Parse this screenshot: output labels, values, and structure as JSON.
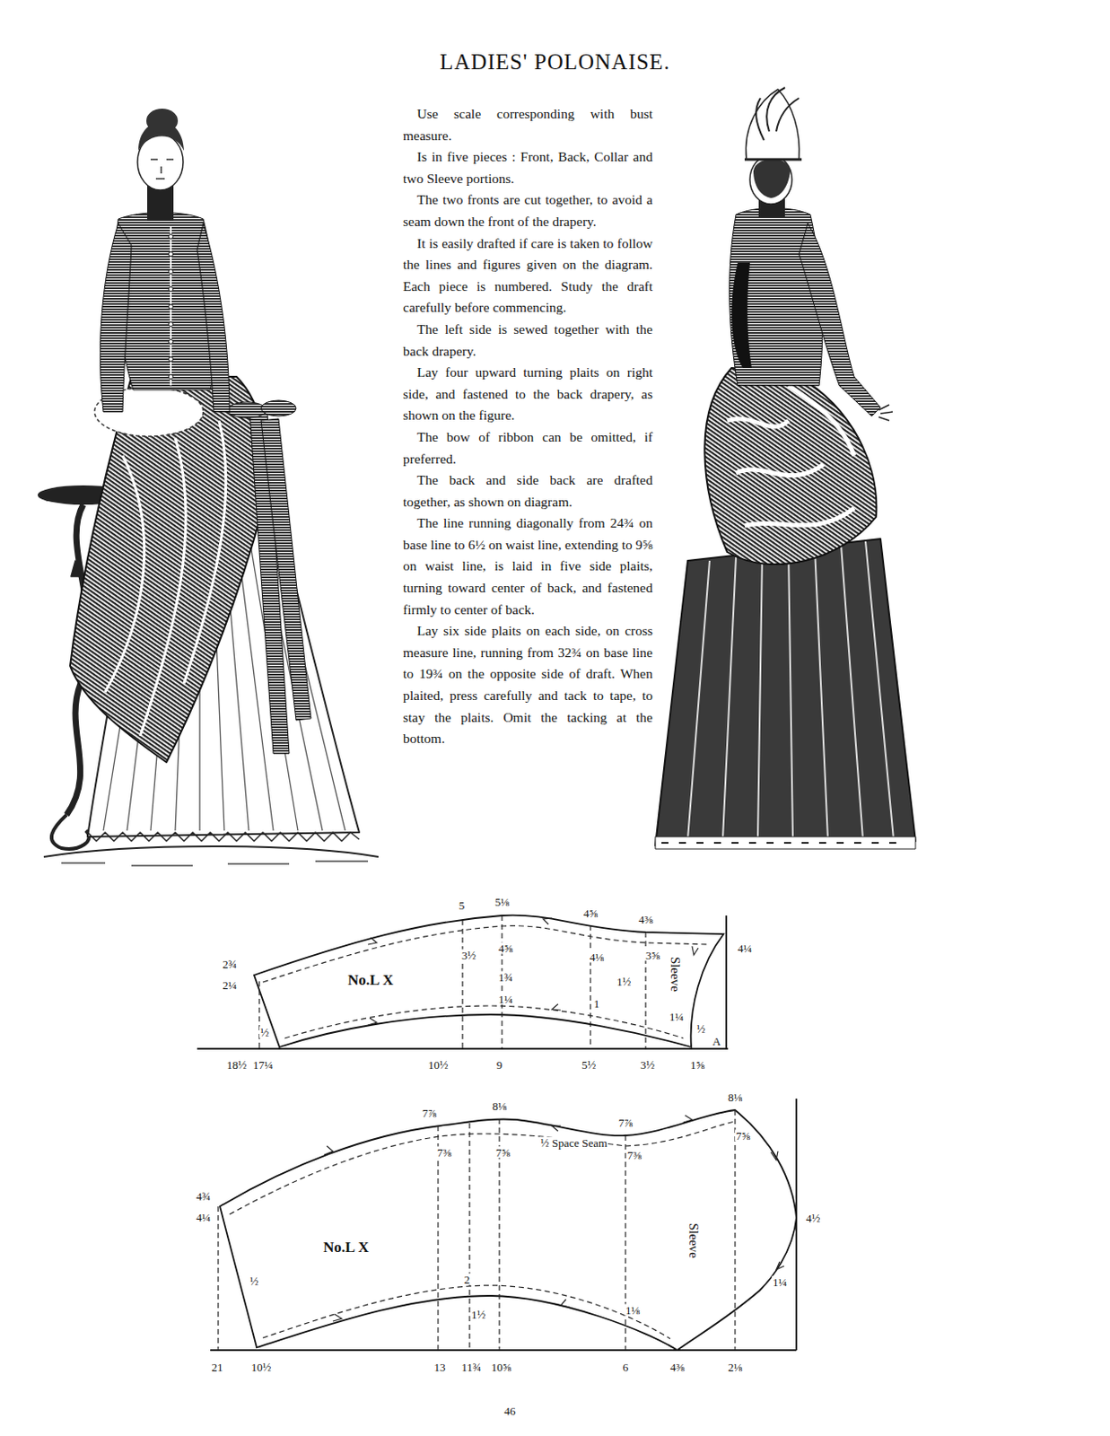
{
  "diagram": {
    "title": "LADIES' POLONAISE.",
    "nodes": [
      {
        "text": [
          "No.L X",
          "Sleeve"
        ]
      },
      {
        "text": [
          "No.L X",
          "Sleeve"
        ]
      }
    ],
    "labels": [
      "Use scale corresponding with bust measure.",
      "Is in five pieces : Front, Back, Collar and two Sleeve portions.",
      "The two fronts are cut together, to avoid a seam down the front of the drapery.",
      "It is easily drafted if care is taken to follow the lines and figures given on the diagram. Each piece is numbered. Study the draft carefully before commencing.",
      "The left side is sewed together with the back drapery.",
      "Lay four upward turning plaits on right side, and fastened to the back drapery, as shown on the figure.",
      "The bow of ribbon can be omitted, if preferred.",
      "The back and side back are drafted together, as shown on diagram.",
      "The line running diagonally from 24¾ on base line to 6½ on waist line, extending to 9⅝ on waist line, is laid in five side plaits, turning toward center of back, and fastened firmly to center of back.",
      "Lay six side plaits on each side, on cross measure line, running from 32¾ on base line to 19¾ on the opposite side of draft. When plaited, press carefully and tack to tape, to stay the plaits. Omit the tacking at the bottom.",
      "5",
      "5⅛",
      "4⅝",
      "4⅜",
      "4¼",
      "2¾",
      "2¼",
      "3½",
      "4⅝",
      "4⅛",
      "3⅝",
      "1¾",
      "1½",
      "1¼",
      "1",
      "1¼",
      "½",
      "A",
      "½",
      "18½",
      "17¼",
      "10½",
      "9",
      "5½",
      "3½",
      "1⅝",
      "7⅞",
      "8⅛",
      "7⅞",
      "8⅛",
      "7⅜",
      "7⅝",
      "½ Space Seam",
      "7⅜",
      "7⅝",
      "4½",
      "4¾",
      "4¼",
      "½",
      "2",
      "1½",
      "1⅛",
      "1¼",
      "21",
      "10½",
      "13",
      "11¾",
      "10⅝",
      "6",
      "4⅜",
      "2⅛",
      "46"
    ]
  }
}
